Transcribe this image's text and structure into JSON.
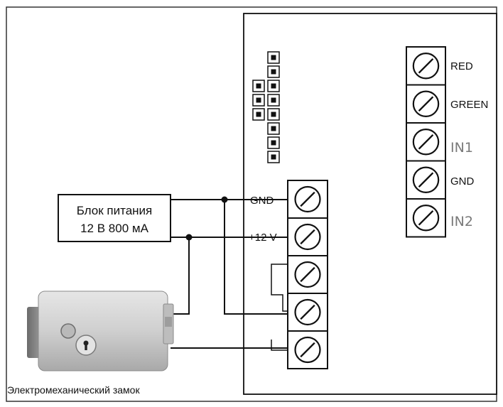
{
  "power_supply": {
    "line1": "Блок питания",
    "line2": "12 В 800 мА"
  },
  "lock": {
    "caption": "Электромеханический замок"
  },
  "main_terminals": {
    "gnd_label": "GND",
    "v12_label": "+12 V"
  },
  "right_terminals": {
    "labels": [
      "RED",
      "GREEN",
      "IN1",
      "GND",
      "IN2"
    ]
  },
  "colors": {
    "line": "#111111",
    "label_gray": "#7a7a7a",
    "lock_body": "#cfcfcf",
    "background": "#ffffff"
  }
}
